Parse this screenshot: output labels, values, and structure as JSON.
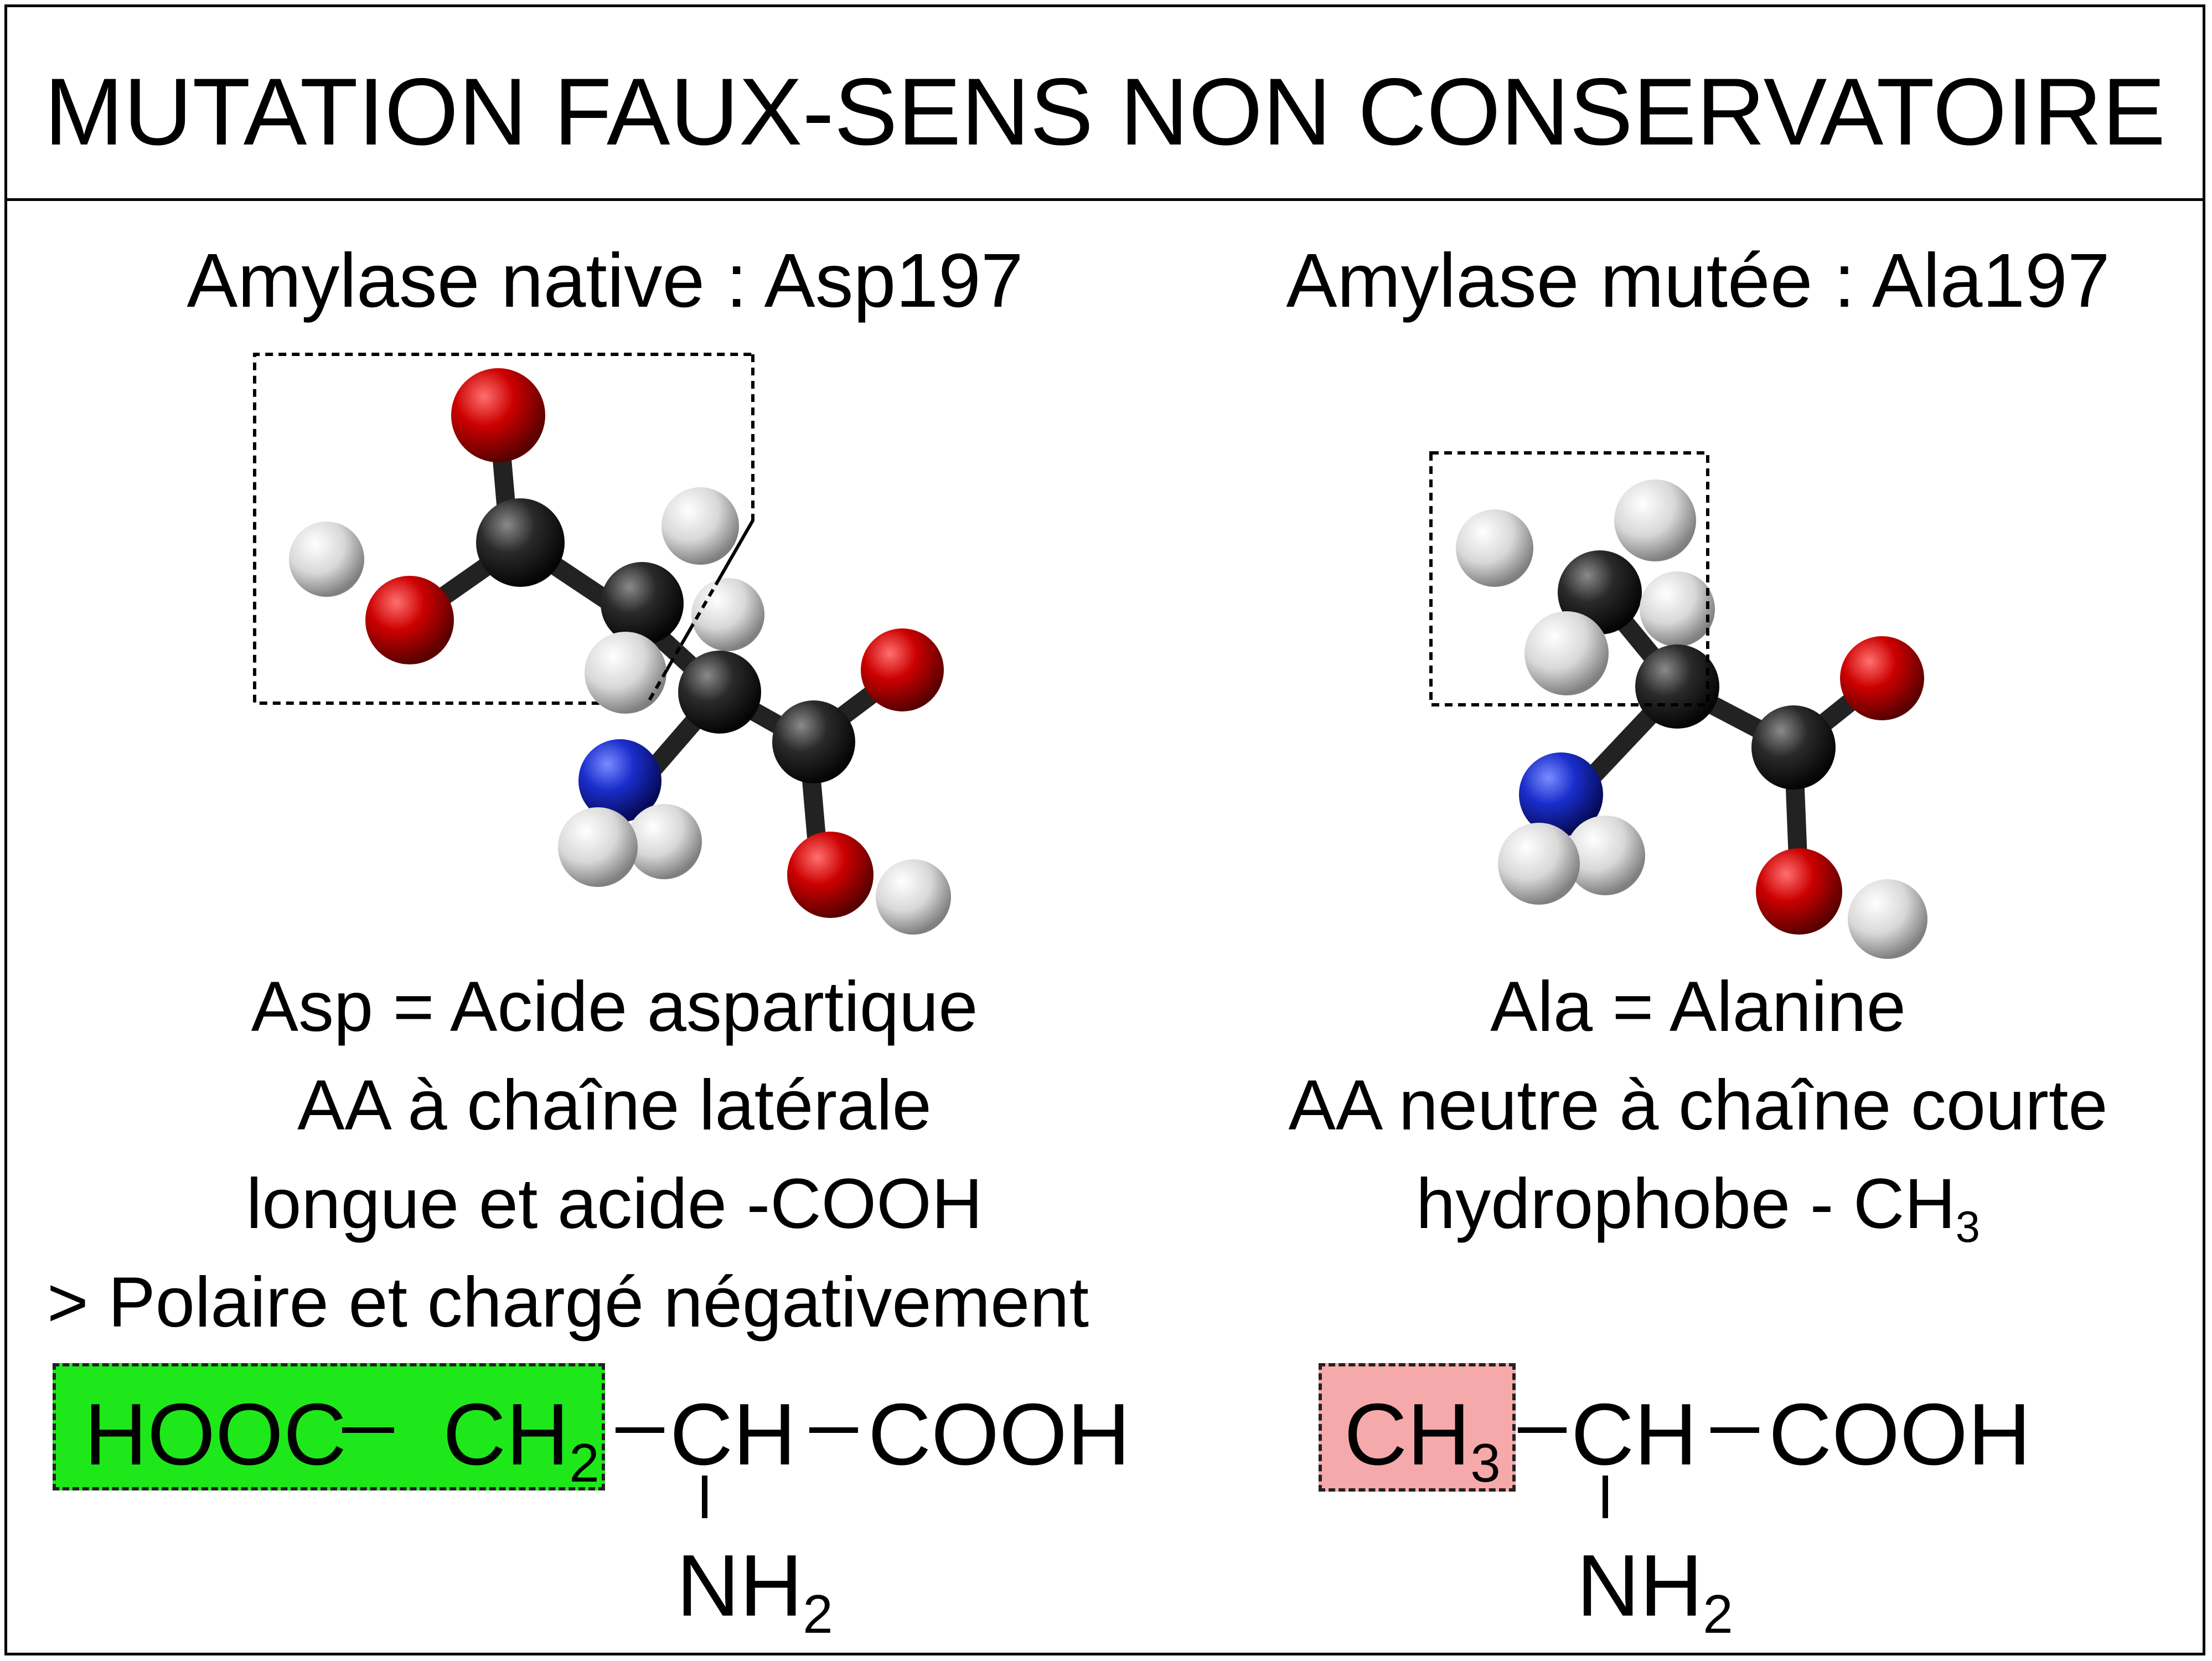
{
  "title": "MUTATION FAUX-SENS NON CONSERVATOIRE",
  "left": {
    "heading": "Amylase native : Asp197",
    "desc_line1": "Asp = Acide aspartique",
    "desc_line2": "AA à chaîne latérale",
    "desc_line3": "longue et acide -COOH",
    "desc_line4": "> Polaire et chargé négativement",
    "formula": {
      "side_chain_a": "HOOC",
      "side_chain_b": "CH",
      "side_chain_b_sub": "2",
      "alpha": "CH",
      "carboxyl": "COOH",
      "amine": "NH",
      "amine_sub": "2"
    }
  },
  "right": {
    "heading": "Amylase mutée : Ala197",
    "desc_line1": "Ala = Alanine",
    "desc_line2": "AA neutre à chaîne courte",
    "desc_line3": "hydrophobe - CH",
    "desc_line3_sub": "3",
    "formula": {
      "side_chain": "CH",
      "side_chain_sub": "3",
      "alpha": "CH",
      "carboxyl": "COOH",
      "amine": "NH",
      "amine_sub": "2"
    }
  },
  "colors": {
    "oxygen": "#cc0000",
    "carbon": "#2a2a2a",
    "nitrogen": "#1a2ecc",
    "hydrogen": "#dcdcdc",
    "highlight_native": "#1ee81a",
    "highlight_mutant": "#f6a9aa"
  }
}
